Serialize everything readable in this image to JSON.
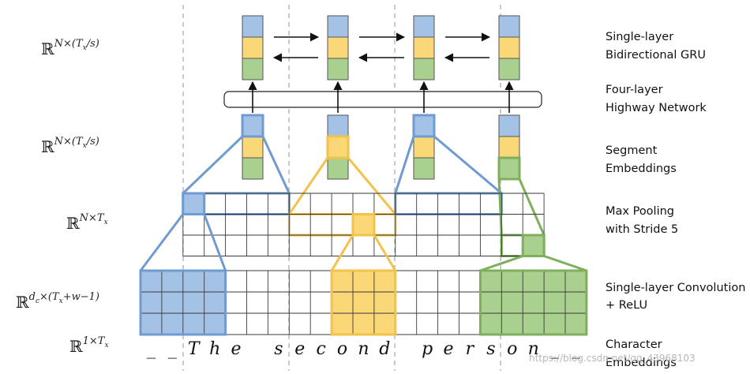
{
  "row_labels": {
    "gru": {
      "base": "ℝ",
      "sup": "N×(T",
      "sup_sub": "x",
      "sup_tail": "/s)"
    },
    "segment": {
      "base": "ℝ",
      "sup": "N×(T",
      "sup_sub": "x",
      "sup_tail": "/s)"
    },
    "maxpool": {
      "base": "ℝ",
      "sup": "N×T",
      "sup_sub": "x",
      "sup_tail": ""
    },
    "conv": {
      "base": "ℝ",
      "sup": "d",
      "sup_sub": "c",
      "sup_mid": "×(T",
      "sup_sub2": "x",
      "sup_tail": "+w−1)"
    },
    "char": {
      "base": "ℝ",
      "sup": "1×T",
      "sup_sub": "x",
      "sup_tail": ""
    }
  },
  "stages": {
    "gru": [
      "Single-layer",
      "Bidirectional GRU"
    ],
    "highway": [
      "Four-layer",
      "Highway Network"
    ],
    "segment": [
      "Segment",
      "Embeddings"
    ],
    "maxpool": [
      "Max Pooling",
      "with Stride 5"
    ],
    "conv": [
      "Single-layer Convolution",
      "+ ReLU"
    ],
    "char": [
      "Character",
      "Embeddings"
    ]
  },
  "characters": [
    "_",
    "_",
    "T",
    "h",
    "e",
    "",
    "s",
    "e",
    "c",
    "o",
    "n",
    "d",
    "",
    "p",
    "e",
    "r",
    "s",
    "o",
    "n",
    "_",
    "_"
  ],
  "watermark": "https://blog.csdn.net/qq_43968103",
  "colors": {
    "blue": "#a4c2e6",
    "blue_line": "#6f9bd0",
    "yellow": "#fbd877",
    "yellow_line": "#f2c24a",
    "green": "#a9d08e",
    "green_line": "#7fae5c",
    "grid": "#3a3a3a",
    "dashed": "#a6a6a6"
  }
}
